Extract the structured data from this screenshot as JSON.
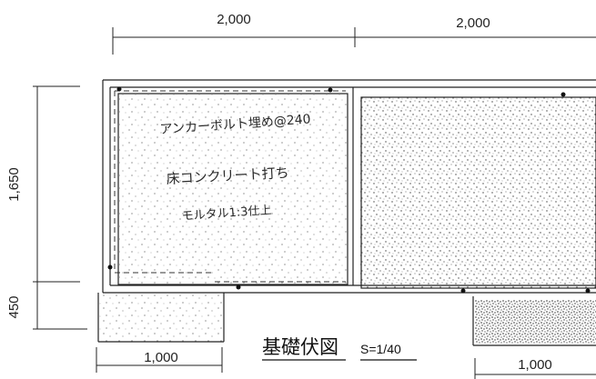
{
  "dimensions": {
    "top_left": "2,000",
    "top_right": "2,000",
    "left_upper": "1,650",
    "left_lower": "450",
    "bottom_left": "1,000",
    "bottom_right": "1,000"
  },
  "notes": {
    "anchor": "アンカーボルト埋め@240",
    "floor_concrete": "床コンクリート打ち",
    "mortar_finish": "モルタル1:3仕上"
  },
  "title": {
    "main": "基礎伏図",
    "scale": "S=1/40"
  }
}
